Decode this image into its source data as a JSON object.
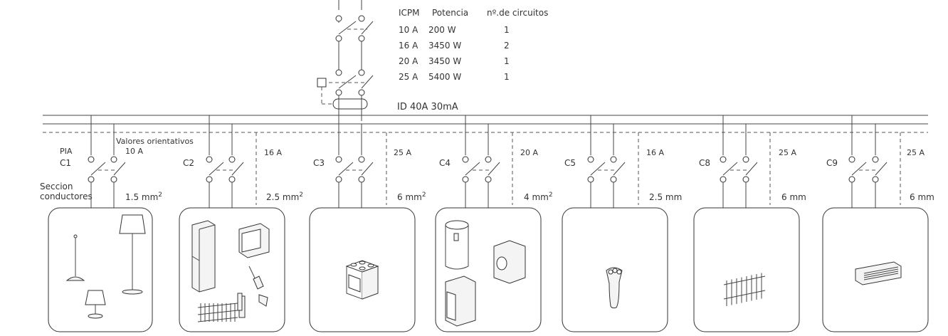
{
  "table": {
    "headers": [
      "ICPM",
      "Potencia",
      "nº.de circuitos"
    ],
    "rows": [
      [
        "10 A",
        "200 W",
        "1"
      ],
      [
        "16 A",
        "3450 W",
        "2"
      ],
      [
        "20 A",
        "3450 W",
        "1"
      ],
      [
        "25 A",
        "5400 W",
        "1"
      ]
    ]
  },
  "id_label": "ID  40A  30mA",
  "labels": {
    "pia": "PIA",
    "valores": "Valores orientativos",
    "seccion_line1": "Seccion",
    "seccion_line2": "conductores"
  },
  "circuits": [
    {
      "name": "C1",
      "amps": "10 A",
      "section": "1.5 mm",
      "sup": "2",
      "appliances": [
        "pendant-lamp",
        "floor-lamp",
        "table-lamp"
      ]
    },
    {
      "name": "C2",
      "amps": "16 A",
      "section": "2.5 mm",
      "sup": "2",
      "appliances": [
        "fridge",
        "microwave",
        "radiator",
        "iron",
        "socket"
      ]
    },
    {
      "name": "C3",
      "amps": "25 A",
      "section": "6 mm",
      "sup": "2",
      "appliances": [
        "stove"
      ]
    },
    {
      "name": "C4",
      "amps": "20 A",
      "section": "4 mm",
      "sup": "2",
      "appliances": [
        "water-heater",
        "washing-machine",
        "dishwasher"
      ]
    },
    {
      "name": "C5",
      "amps": "16 A",
      "section": "2.5 mm",
      "sup": "",
      "appliances": [
        "shaver"
      ]
    },
    {
      "name": "C8",
      "amps": "25 A",
      "section": "6 mm",
      "sup": "",
      "appliances": [
        "heater-radiator"
      ]
    },
    {
      "name": "C9",
      "amps": "25 A",
      "section": "6 mm",
      "sup": "",
      "appliances": [
        "air-conditioner"
      ]
    }
  ]
}
